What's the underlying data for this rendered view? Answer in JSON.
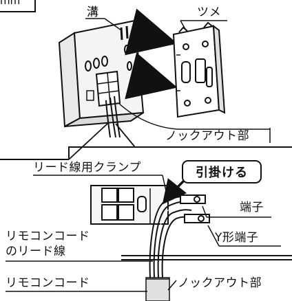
{
  "corner_label": "mm",
  "labels": {
    "groove": "溝",
    "tab": "ツメ",
    "knockout_top": "ノックアウト部",
    "lead_clamp": "リード線用クランプ",
    "hook": "引掛ける",
    "terminal": "端子",
    "y_terminal": "Y形端子",
    "remote_lead_line1": "リモコンコード",
    "remote_lead_line2": "のリード線",
    "remote_cord": "リモコンコード",
    "knockout_bottom": "ノックアウト部"
  }
}
